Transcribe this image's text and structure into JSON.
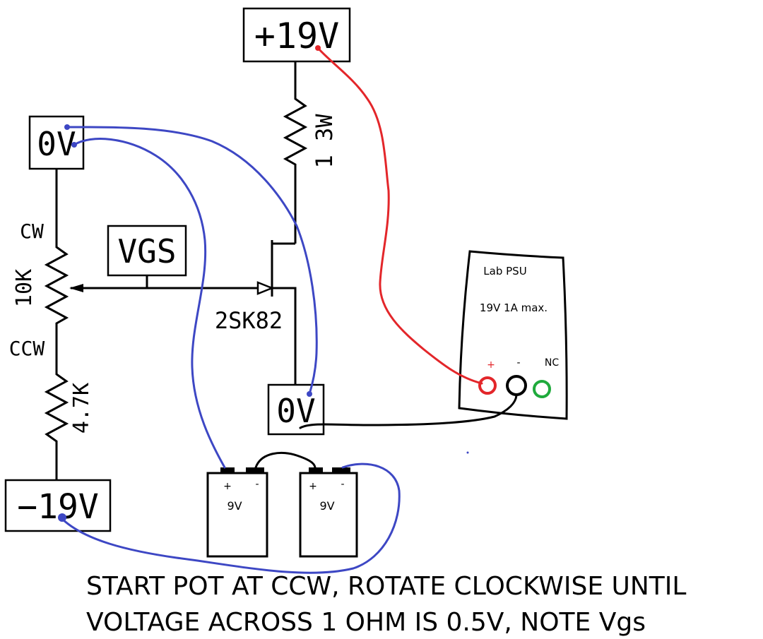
{
  "schematic": {
    "supply_pos": "+19V",
    "supply_neg": "−19V",
    "ground_top": "0V",
    "ground_bottom": "0V",
    "vgs_box": "VGS",
    "pot_cw": "CW",
    "pot_ccw": "CCW",
    "pot_value": "10K",
    "resistor_drain": "1 3W",
    "resistor_source": "4.7K",
    "transistor": "2SK82"
  },
  "psu": {
    "title": "Lab PSU",
    "rating": "19V 1A max.",
    "plus": "+",
    "minus": "-",
    "nc": "NC"
  },
  "batteries": [
    {
      "plus": "+",
      "minus": "-",
      "value": "9V"
    },
    {
      "plus": "+",
      "minus": "-",
      "value": "9V"
    }
  ],
  "instructions": {
    "line1": "START POT AT CCW, ROTATE CLOCKWISE UNTIL",
    "line2": "VOLTAGE ACROSS 1 OHM IS 0.5V, NOTE Vgs"
  },
  "colors": {
    "red_wire": "#e3262a",
    "blue_wire": "#3d47c4",
    "black_wire": "#000000",
    "nc_terminal": "#1faa3c"
  }
}
